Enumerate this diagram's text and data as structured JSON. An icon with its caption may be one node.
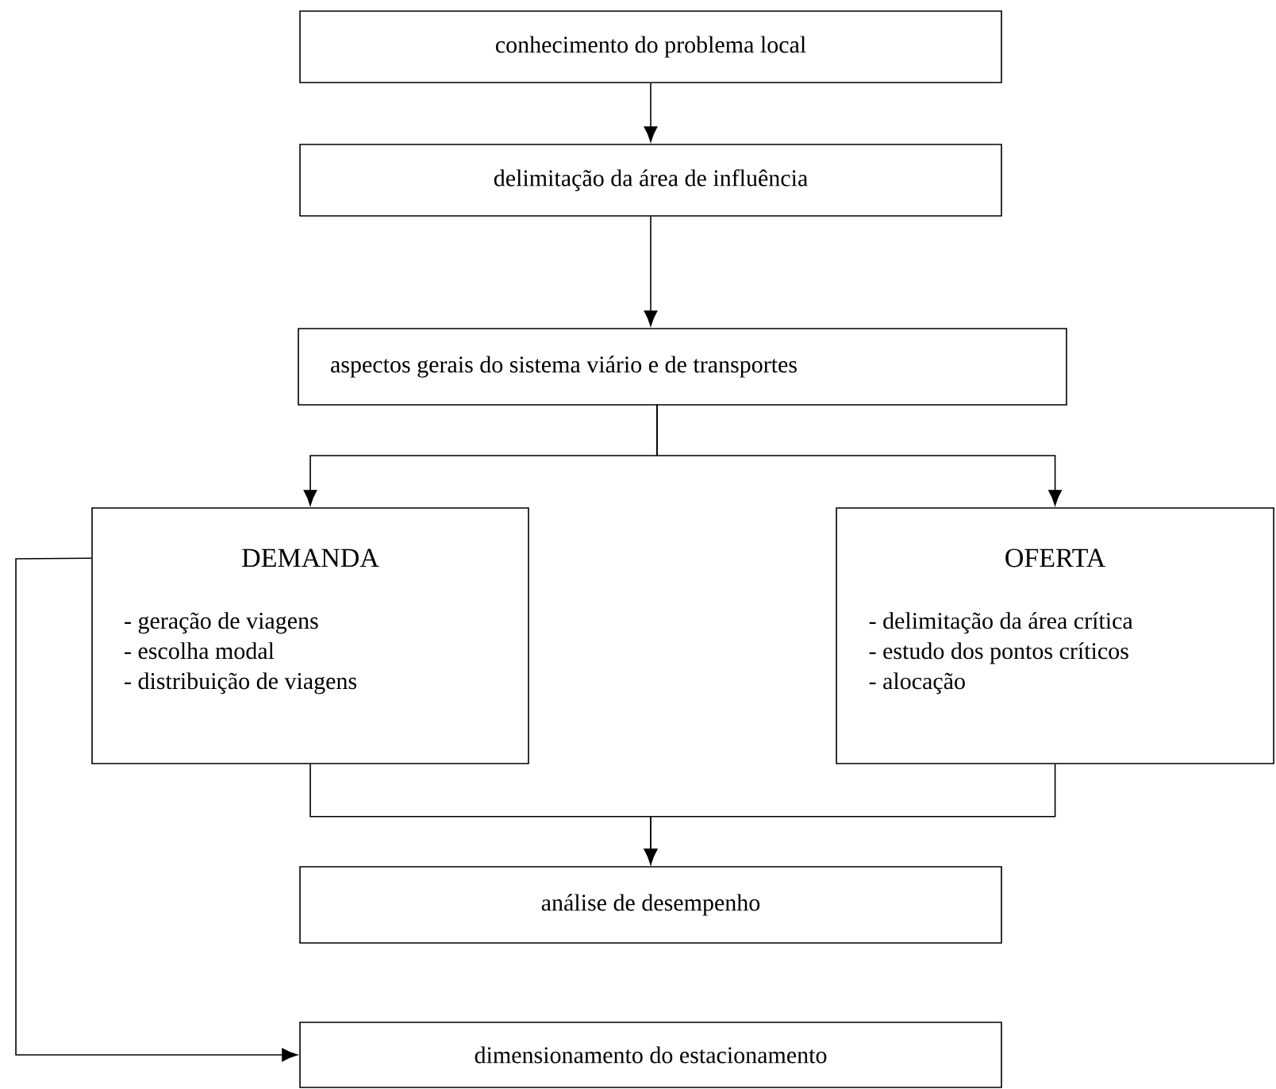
{
  "diagram": {
    "nodes": [
      {
        "text": [
          "conhecimento do problema local"
        ]
      },
      {
        "text": [
          "delimitação da área de influência"
        ]
      },
      {
        "text": [
          "aspectos gerais do sistema viário e de transportes"
        ]
      },
      {
        "text": [
          "DEMANDA",
          "- geração de viagens",
          "- escolha modal",
          "- distribuição de viagens"
        ]
      },
      {
        "text": [
          "OFERTA",
          "- delimitação da área crítica",
          "- estudo dos pontos críticos",
          "- alocação"
        ]
      },
      {
        "text": [
          "análise de desempenho"
        ]
      },
      {
        "text": [
          "dimensionamento do estacionamento"
        ]
      }
    ],
    "edges": [
      {
        "from": 0,
        "to": 1,
        "arrow": "to"
      },
      {
        "from": 1,
        "to": 2,
        "arrow": "to"
      },
      {
        "from": 2,
        "to": 3,
        "arrow": "to"
      },
      {
        "from": 2,
        "to": 4,
        "arrow": "to"
      },
      {
        "from": 3,
        "to": 5,
        "arrow": "to"
      },
      {
        "from": 4,
        "to": 5,
        "arrow": "to"
      },
      {
        "from": 3,
        "to": 6,
        "arrow": "to"
      }
    ]
  }
}
